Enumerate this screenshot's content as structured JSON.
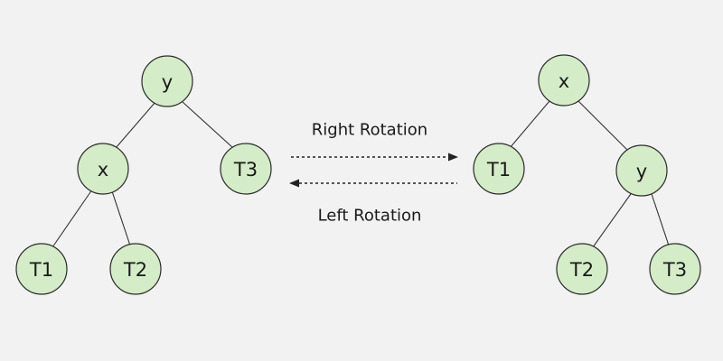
{
  "colors": {
    "background": "#f2f2f2",
    "node_fill": "#d4ecc8",
    "node_stroke": "#2b2b2b",
    "text": "#1a1a1a"
  },
  "left_tree": {
    "root": "y",
    "left_child": "x",
    "right_child": "T3",
    "left_left": "T1",
    "left_right": "T2"
  },
  "right_tree": {
    "root": "x",
    "left_child": "T1",
    "right_child": "y",
    "right_left": "T2",
    "right_right": "T3"
  },
  "arrows": {
    "right_rotation_label": "Right Rotation",
    "left_rotation_label": "Left Rotation"
  }
}
